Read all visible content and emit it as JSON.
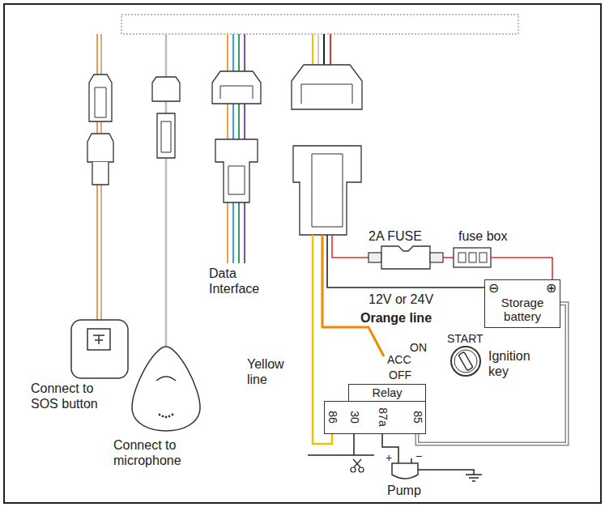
{
  "diagram": {
    "nodes": [
      {
        "text": [
          "⊖",
          "⊕",
          "Storage battery"
        ]
      },
      {
        "text": [
          "Relay",
          "86",
          "30",
          "87a",
          "85"
        ]
      }
    ],
    "edges": [
      {
        "from": 0,
        "to": 1,
        "arrow": "none"
      }
    ],
    "labels": [
      "Data Interface",
      "2A FUSE",
      "fuse box",
      "12V or 24V",
      "Orange line",
      "ON",
      "START",
      "ACC",
      "OFF",
      "Ignition key",
      "Yellow line",
      "Connect to SOS button",
      "Connect to microphone",
      "+",
      "−",
      "Pump"
    ]
  }
}
